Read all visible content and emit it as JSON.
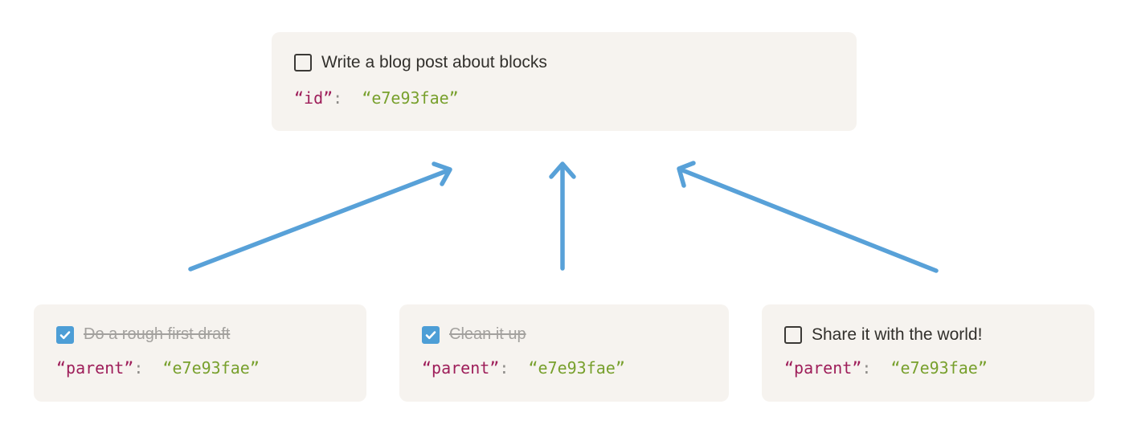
{
  "diagram": {
    "parent_block": {
      "title": "Write a blog post about blocks",
      "checked": false,
      "code": {
        "key": "“id”",
        "colon": ":",
        "space": "  ",
        "value": "“e7e93fae”"
      }
    },
    "child_blocks": [
      {
        "title": "Do a rough first draft",
        "checked": true,
        "code": {
          "key": "“parent”",
          "colon": ":",
          "space": "  ",
          "value": "“e7e93fae”"
        }
      },
      {
        "title": "Clean it up",
        "checked": true,
        "code": {
          "key": "“parent”",
          "colon": ":",
          "space": "  ",
          "value": "“e7e93fae”"
        }
      },
      {
        "title": "Share it with the world!",
        "checked": false,
        "code": {
          "key": "“parent”",
          "colon": ":",
          "space": "  ",
          "value": "“e7e93fae”"
        }
      }
    ]
  },
  "colors": {
    "page_bg": "#ffffff",
    "card_bg": "#f6f3ef",
    "title_text": "#32302c",
    "done_text": "#a3a19e",
    "code_key": "#9e1e5a",
    "code_colon": "#8e8c89",
    "code_value": "#78a02d",
    "checkbox_border": "#3b3936",
    "checkbox_checked": "#4d9ed6",
    "checkmark": "#ffffff",
    "arrow": "#58a1d8"
  }
}
